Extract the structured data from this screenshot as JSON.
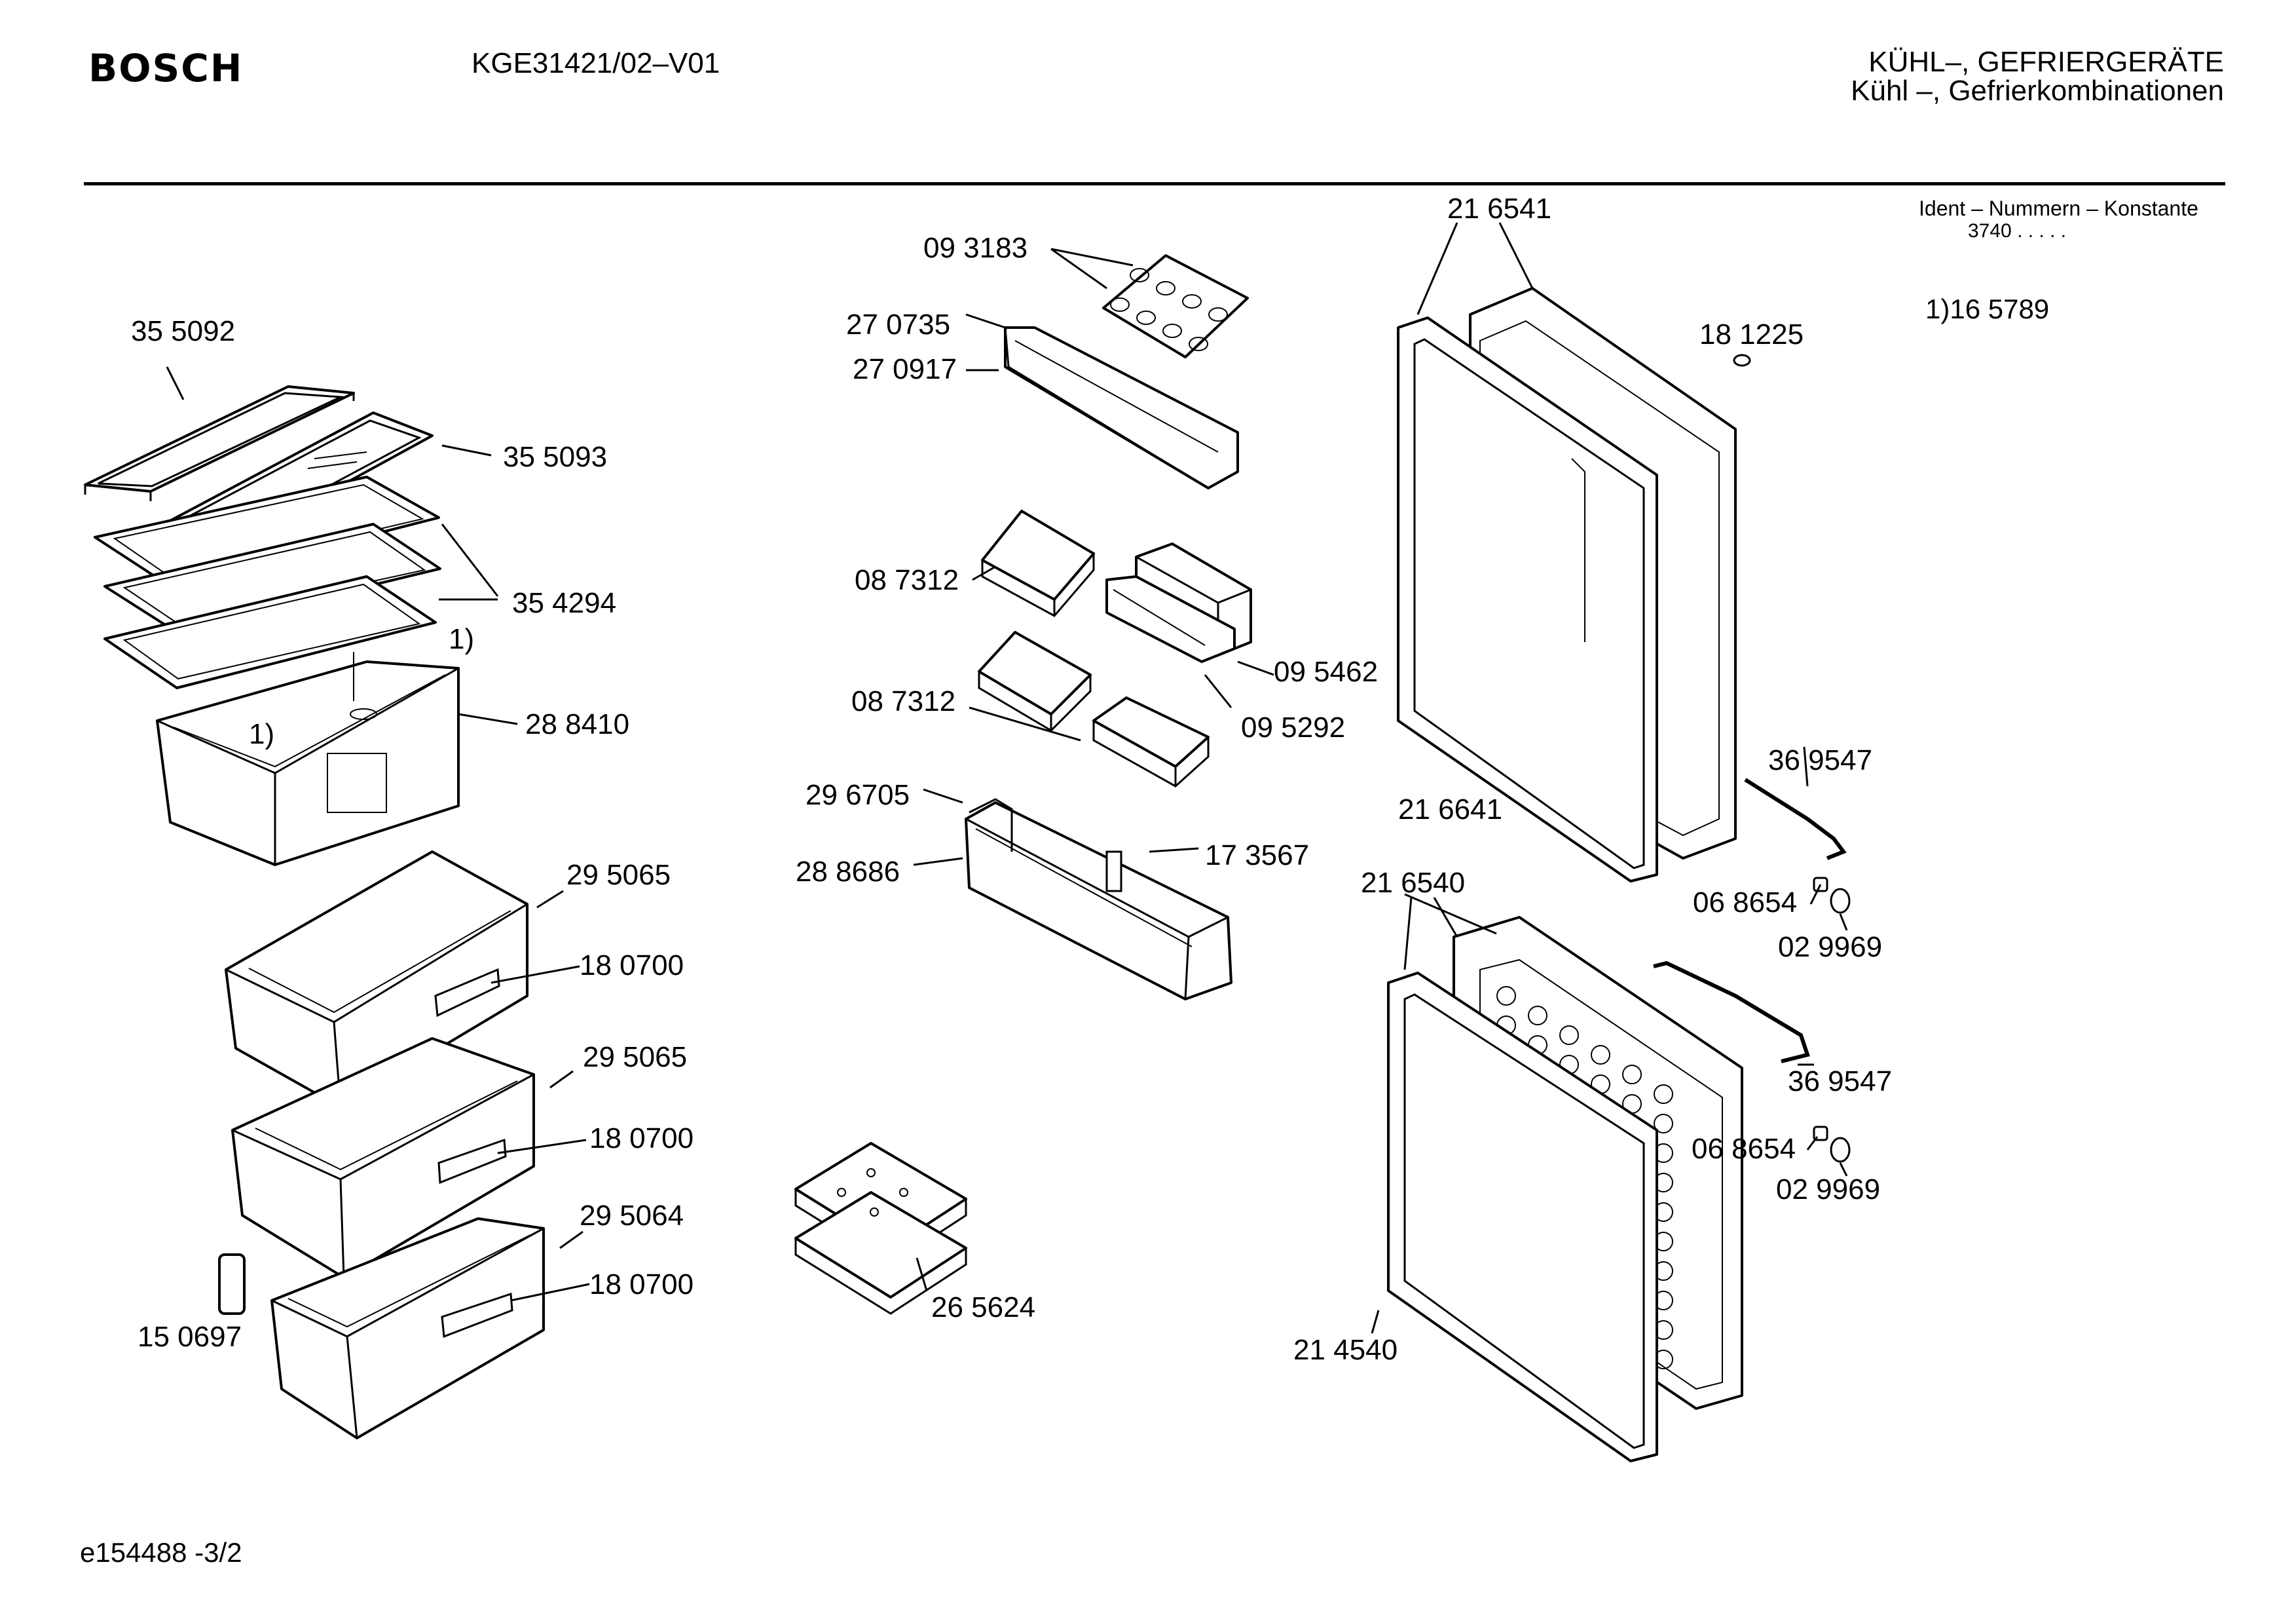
{
  "header": {
    "brand": "BOSCH",
    "model": "KGE31421/02–V01",
    "category_line1": "KÜHL–, GEFRIERGERÄTE",
    "category_line2": "Kühl –, Gefrierkombinationen",
    "ident_label": "Ident – Nummern – Konstante",
    "ident_value": "3740  .  .  .  .  .",
    "footnote": "1)16 5789"
  },
  "footer": {
    "doc_id": "e154488 -3/2"
  },
  "part_labels": {
    "p355092": "35 5092",
    "p355093": "35 5093",
    "p354294": "35 4294",
    "fn1a": "1)",
    "fn1b": "1)",
    "p288410": "28 8410",
    "p295065a": "29 5065",
    "p180700a": "18 0700",
    "p295065b": "29 5065",
    "p180700b": "18 0700",
    "p295064": "29 5064",
    "p180700c": "18 0700",
    "p150697": "15 0697",
    "p093183": "09 3183",
    "p270735": "27 0735",
    "p270917": "27 0917",
    "p087312a": "08 7312",
    "p095462": "09 5462",
    "p087312b": "08 7312",
    "p095292": "09 5292",
    "p296705": "29 6705",
    "p288686": "28 8686",
    "p173567": "17 3567",
    "p265624": "26 5624",
    "p216541": "21 6541",
    "p181225": "18 1225",
    "p216641": "21 6641",
    "p369547a": "36 9547",
    "p068654a": "06 8654",
    "p029969a": "02 9969",
    "p216540": "21 6540",
    "p369547b": "36 9547",
    "p068654b": "06 8654",
    "p029969b": "02 9969",
    "p214540": "21 4540"
  }
}
